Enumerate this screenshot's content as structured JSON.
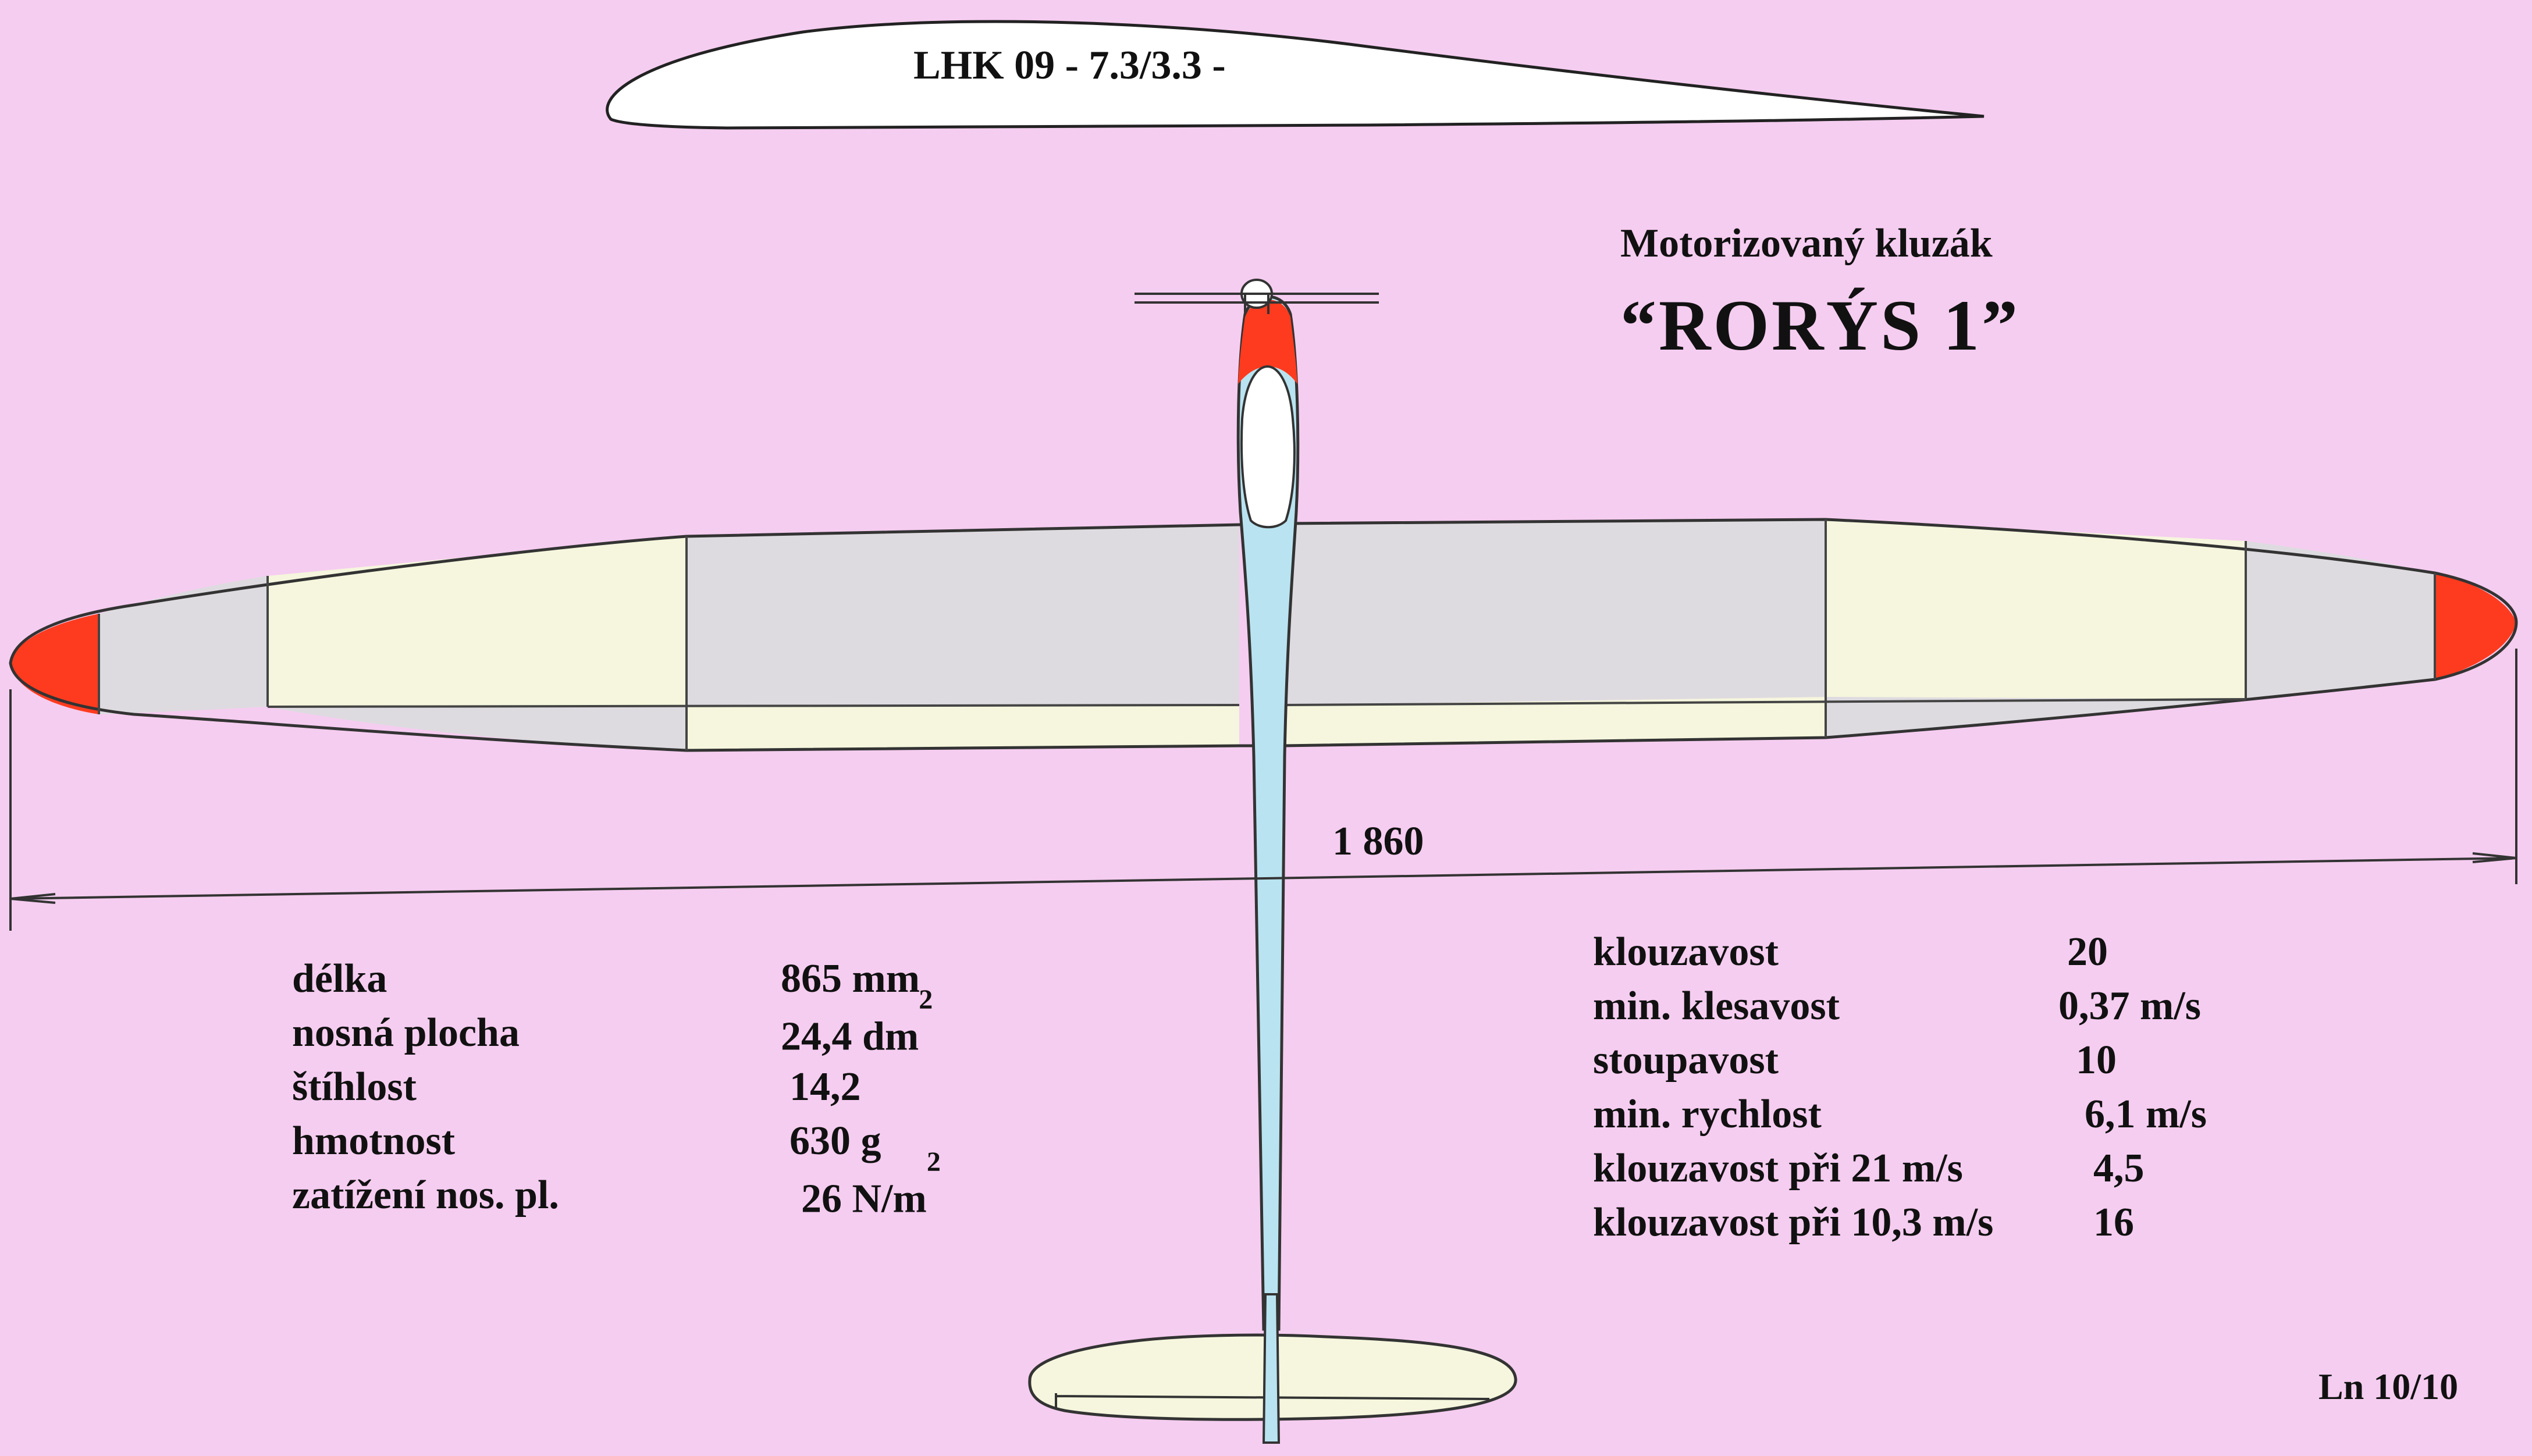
{
  "airfoil": {
    "label": "LHK 09 - 7.3/3.3 -"
  },
  "header": {
    "subtitle": "Motorizovaný kluzák",
    "title": "“RORÝS  1”"
  },
  "dimension": {
    "span": "1 860"
  },
  "specs_left": [
    {
      "label": "délka",
      "value": "865 mm",
      "sup": ""
    },
    {
      "label": "nosná plocha",
      "value": "24,4 dm",
      "sup": "2"
    },
    {
      "label": "štíhlost",
      "value": "14,2",
      "sup": ""
    },
    {
      "label": "hmotnost",
      "value": "630 g",
      "sup": ""
    },
    {
      "label": "zatížení nos. pl.",
      "value": "26 N/m",
      "sup": "2"
    }
  ],
  "specs_right": [
    {
      "label": "klouzavost",
      "value": "20"
    },
    {
      "label": "min. klesavost",
      "value": "0,37 m/s"
    },
    {
      "label": "stoupavost",
      "value": "10"
    },
    {
      "label": "min. rychlost",
      "value": "6,1 m/s"
    },
    {
      "label": "klouzavost při 21 m/s",
      "value": "4,5"
    },
    {
      "label": "klouzavost při 10,3 m/s",
      "value": "16"
    }
  ],
  "footer": {
    "code": "Ln 10/10"
  },
  "colors": {
    "background": "#f5cdf0",
    "wing_gray": "#dedbe0",
    "wing_cream": "#f5f6dd",
    "tip_red": "#ff3b1f",
    "fuselage_blue": "#b9e3f0",
    "outline": "#333333"
  }
}
